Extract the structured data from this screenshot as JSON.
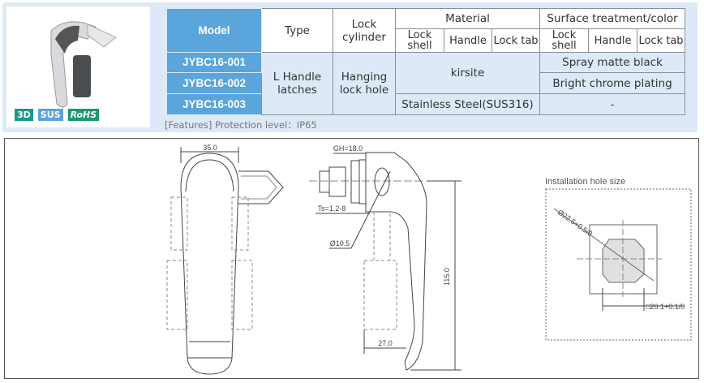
{
  "badges": [
    {
      "label": "3D",
      "color": "#1a9a8a"
    },
    {
      "label": "SUS",
      "color": "#5aa5dc"
    },
    {
      "label": "RoHS",
      "color": "#1a9a6a"
    }
  ],
  "table": {
    "headers": {
      "model": "Model",
      "type": "Type",
      "lock_cylinder": "Lock cylinder",
      "material": "Material",
      "surface": "Surface treatment/color",
      "sub": [
        "Lock shell",
        "Handle",
        "Lock tab",
        "Lock shell",
        "Handle",
        "Lock tab"
      ]
    },
    "rows": [
      {
        "model": "JYBC16-001"
      },
      {
        "model": "JYBC16-002"
      },
      {
        "model": "JYBC16-003"
      }
    ],
    "type": "L Handle latches",
    "lock_cylinder": "Hanging lock hole",
    "material_kirsite": "kirsite",
    "material_ss": "Stainless Steel(SUS316)",
    "surface_1": "Spray matte black",
    "surface_2": "Bright chrome plating",
    "surface_3": "-"
  },
  "features": "[Features] Protection level：IP65",
  "drawing": {
    "dim_width": "35.0",
    "gh": "GH=18.0",
    "ts": "Ts=1.2-8",
    "dia": "Ø10.5",
    "height": "115.0",
    "depth": "27.0",
    "hole_title": "Installation hole size",
    "hole_dia": "Ø22.5+0.5/0",
    "hole_square": "□20.1+0.1/0"
  },
  "colors": {
    "header_blue": "#5aa5dc",
    "panel_bg": "#dde9f7"
  }
}
